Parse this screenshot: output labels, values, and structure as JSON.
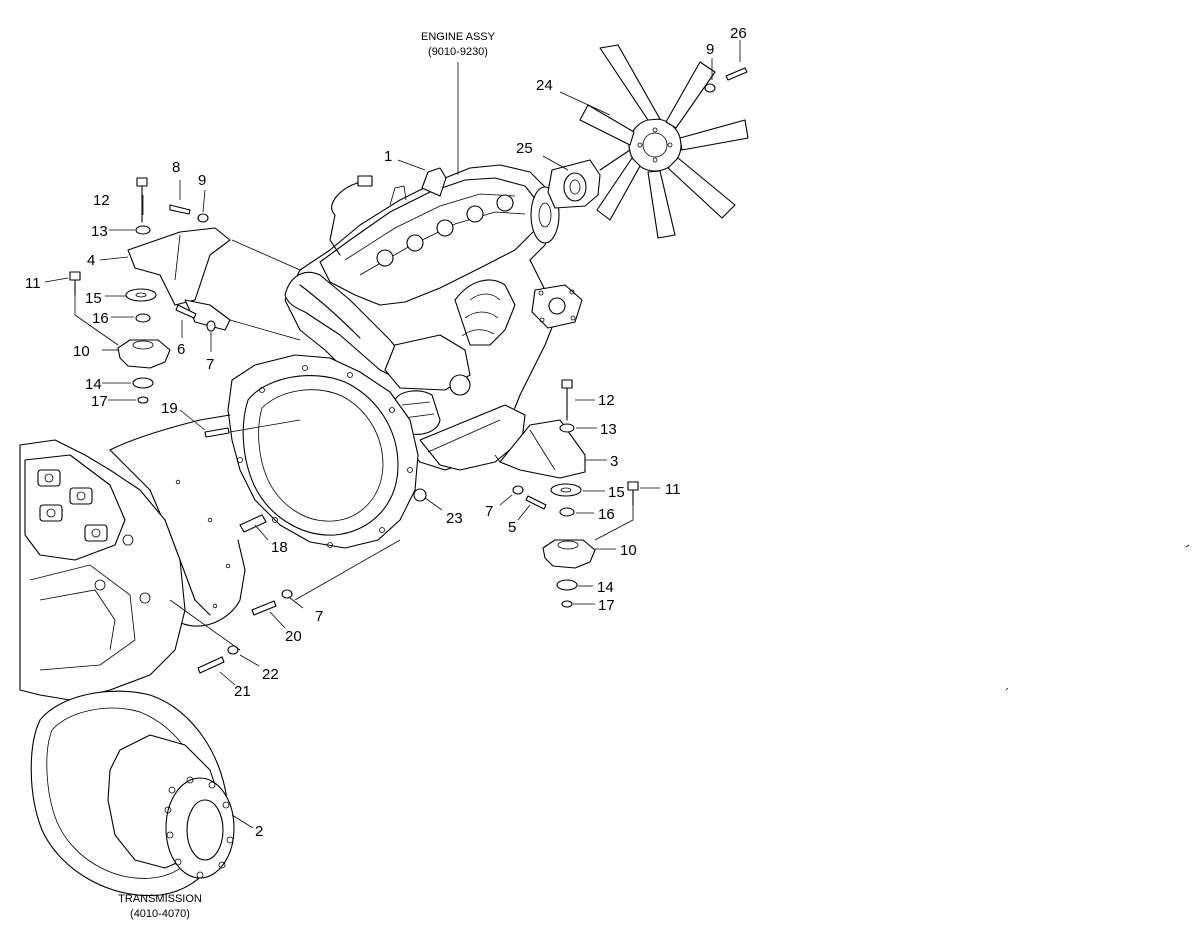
{
  "captions": {
    "engine_title": "ENGINE ASSY",
    "engine_code": "(9010-9230)",
    "transmission_title": "TRANSMISSION",
    "transmission_code": "(4010-4070)"
  },
  "callouts": {
    "c1": "1",
    "c2": "2",
    "c3": "3",
    "c4": "4",
    "c5": "5",
    "c6": "6",
    "c7a": "7",
    "c7b": "7",
    "c7c": "7",
    "c8": "8",
    "c9a": "9",
    "c9b": "9",
    "c10a": "10",
    "c10b": "10",
    "c11a": "11",
    "c11b": "11",
    "c12a": "12",
    "c12b": "12",
    "c13a": "13",
    "c13b": "13",
    "c14a": "14",
    "c14b": "14",
    "c15a": "15",
    "c15b": "15",
    "c16a": "16",
    "c16b": "16",
    "c17a": "17",
    "c17b": "17",
    "c18": "18",
    "c19": "19",
    "c20": "20",
    "c21": "21",
    "c22": "22",
    "c23": "23",
    "c24": "24",
    "c25": "25",
    "c26": "26"
  }
}
